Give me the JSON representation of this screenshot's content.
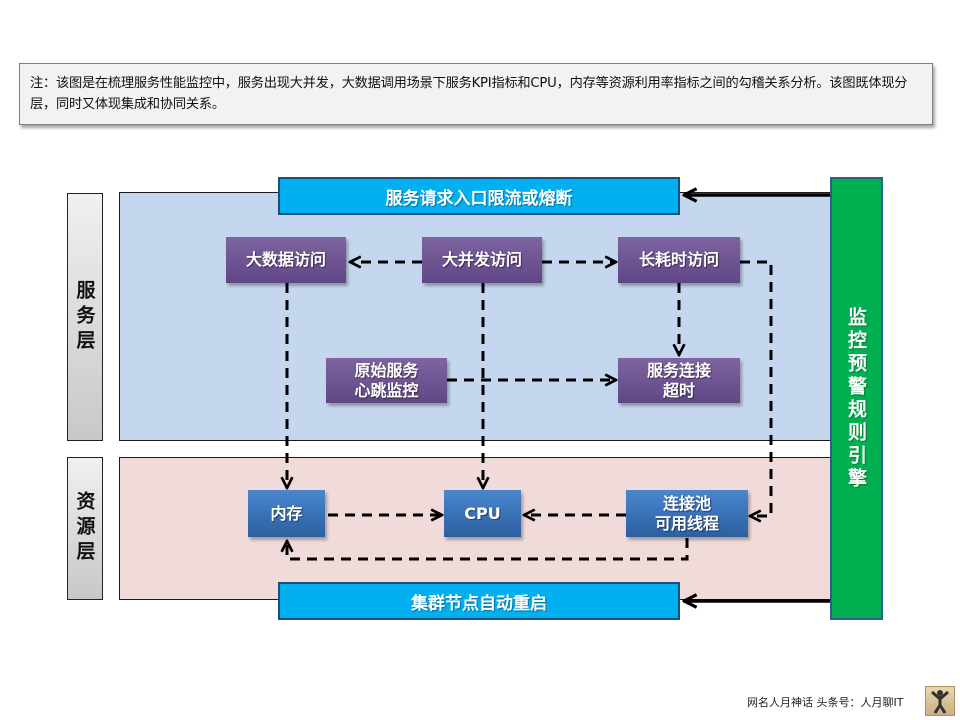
{
  "note": {
    "text": "注：该图是在梳理服务性能监控中，服务出现大并发，大数据调用场景下服务KPI指标和CPU，内存等资源利用率指标之间的勾稽关系分析。该图既体现分层，同时又体现集成和协同关系。"
  },
  "layers": {
    "service": "服务层",
    "resource": "资源层"
  },
  "banners": {
    "top": "服务请求入口限流或熔断",
    "bottom": "集群节点自动重启"
  },
  "engine": "监控预警规则引擎",
  "service_nodes": {
    "bigdata": "大数据访问",
    "concurrent": "大并发访问",
    "longtime": "长耗时访问",
    "heartbeat": "原始服务\n心跳监控",
    "timeout": "服务连接\n超时"
  },
  "resource_nodes": {
    "memory": "内存",
    "cpu": "CPU",
    "pool": "连接池\n可用线程"
  },
  "colors": {
    "service_bg": "#c5d7ee",
    "resource_bg": "#f0dada",
    "banner": "#00b0f0",
    "engine": "#00b050",
    "service_node": "#7030a0",
    "resource_node": "#2e75b6"
  },
  "footer": {
    "text": "网名人月神话 头条号：人月聊IT",
    "avatar_icon": "person-figure-icon"
  }
}
